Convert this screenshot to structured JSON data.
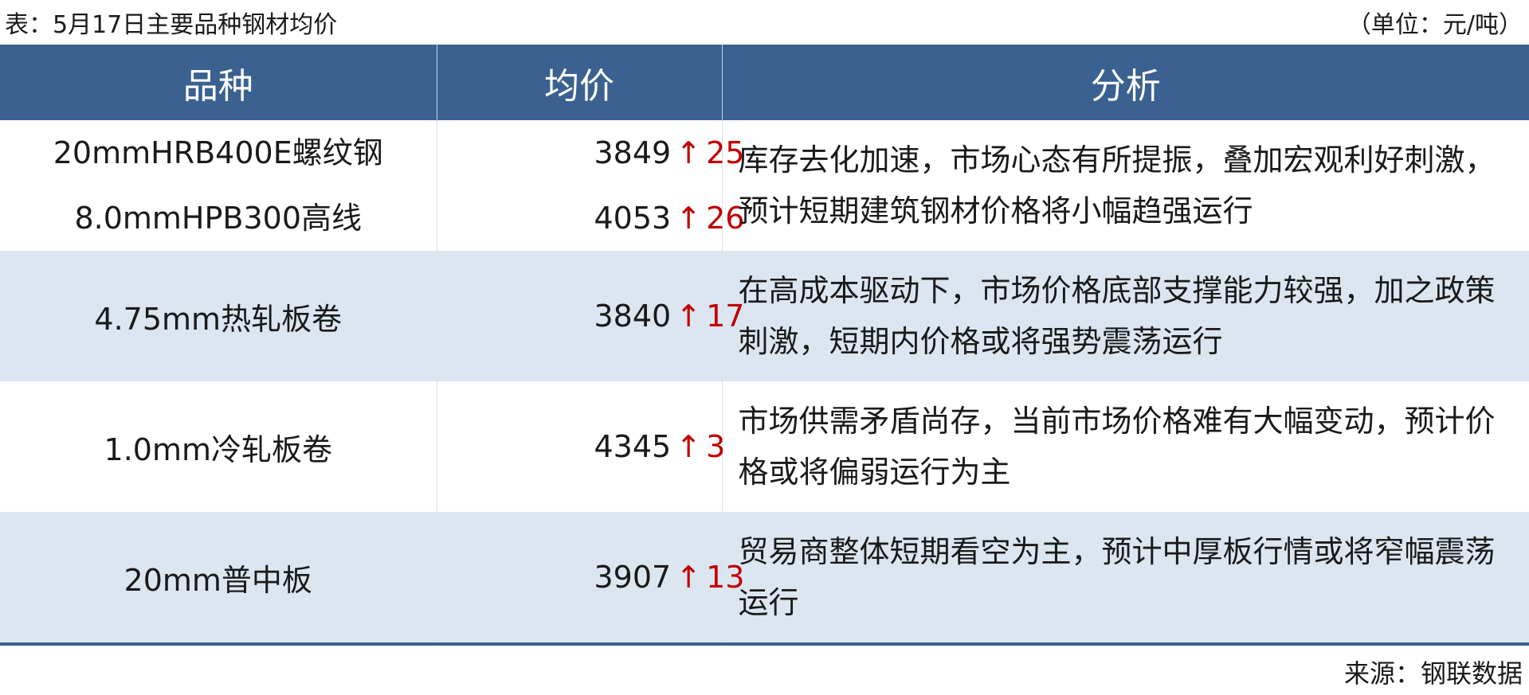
{
  "header": {
    "title": "表：5月17日主要品种钢材均价",
    "unit": "（单位：元/吨）"
  },
  "table": {
    "columns": [
      "品种",
      "均价",
      "分析"
    ],
    "rows": [
      {
        "items": [
          {
            "name": "20mmHRB400E螺纹钢",
            "price": "3849",
            "arrow": "↑",
            "change": "25"
          },
          {
            "name": "8.0mmHPB300高线",
            "price": "4053",
            "arrow": "↑",
            "change": "26"
          }
        ],
        "analysis": "库存去化加速，市场心态有所提振，叠加宏观利好刺激，预计短期建筑钢材价格将小幅趋强运行"
      },
      {
        "items": [
          {
            "name": "4.75mm热轧板卷",
            "price": "3840",
            "arrow": "↑",
            "change": "17"
          }
        ],
        "analysis": "在高成本驱动下，市场价格底部支撑能力较强，加之政策刺激，短期内价格或将强势震荡运行"
      },
      {
        "items": [
          {
            "name": "1.0mm冷轧板卷",
            "price": "4345",
            "arrow": "↑",
            "change": "3"
          }
        ],
        "analysis": "市场供需矛盾尚存，当前市场价格难有大幅变动，预计价格或将偏弱运行为主"
      },
      {
        "items": [
          {
            "name": "20mm普中板",
            "price": "3907",
            "arrow": "↑",
            "change": "13"
          }
        ],
        "analysis": "贸易商整体短期看空为主，预计中厚板行情或将窄幅震荡运行"
      }
    ]
  },
  "footer": {
    "source": "来源：钢联数据"
  },
  "colors": {
    "header_bg": "#3a6190",
    "stripe_bg": "#dce6f1",
    "up_color": "#c00000"
  }
}
